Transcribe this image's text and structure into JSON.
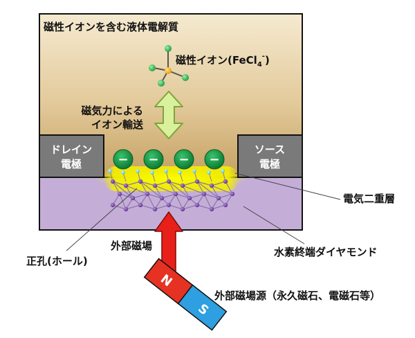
{
  "electrolyte_label": "磁性イオンを含む液体電解質",
  "magnetic_ion_label": "磁性イオン(FeCl",
  "magnetic_ion_sub": "4",
  "magnetic_ion_sup": "-",
  "magnetic_ion_close": ")",
  "transport_label_line1": "磁気力による",
  "transport_label_line2": "イオン輸送",
  "drain_line1": "ドレイン",
  "drain_line2": "電極",
  "source_line1": "ソース",
  "source_line2": "電極",
  "ion_symbol": "−",
  "double_layer_label": "電気二重層",
  "external_field_label": "外部磁場",
  "hydrogen_diamond_label": "水素終端ダイヤモンド",
  "hole_label": "正孔(ホール)",
  "magnet_source_label": "外部磁場源（永久磁石、電磁石等）",
  "magnet_n": "N",
  "magnet_s": "S",
  "colors": {
    "electrolyte_top": "#f4e7c8",
    "electrolyte_bottom": "#c8a465",
    "electrode": "#7a7a7a",
    "diamond": "#c5b0d8",
    "glow": "#f5f000",
    "ion_green": "#1a9a4a",
    "arrow_fill": "#d7ef9a",
    "arrow_stroke": "#7da23c",
    "field_arrow": "#e8201a",
    "magnet_n": "#e53222",
    "magnet_s": "#2e9fe0"
  }
}
